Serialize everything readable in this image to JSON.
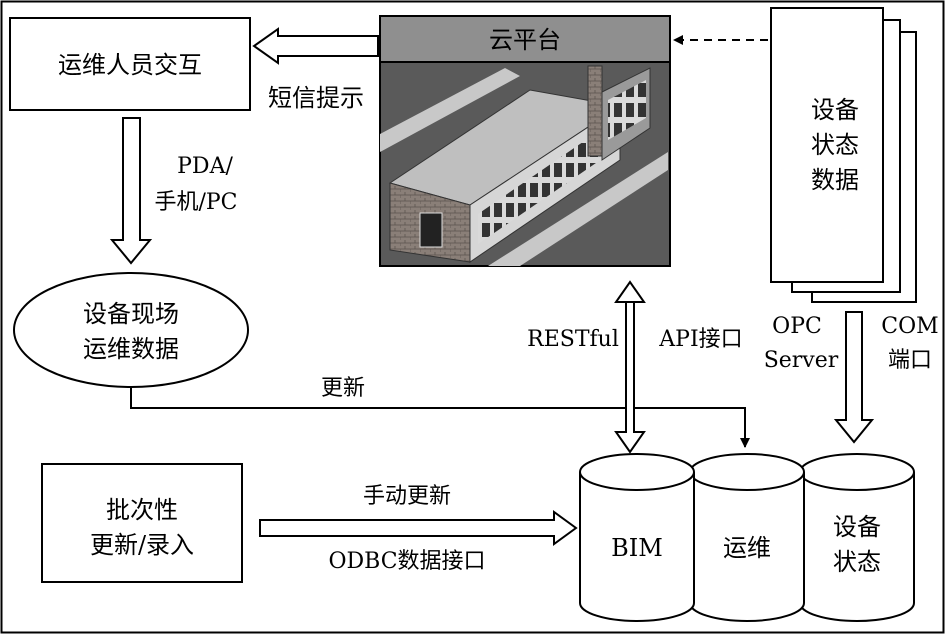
{
  "nodes": {
    "operator_interaction": "运维人员交互",
    "cloud_platform": "云平台",
    "device_status_data": [
      "设备",
      "状态",
      "数据"
    ],
    "field_maintenance_data": [
      "设备现场",
      "运维数据"
    ],
    "batch_update": [
      "批次性",
      "更新/录入"
    ]
  },
  "databases": {
    "bim": "BIM",
    "maintenance": "运维",
    "device_status": [
      "设备",
      "状态"
    ]
  },
  "edges": {
    "sms_alert": "短信提示",
    "pda_mobile_pc": [
      "PDA/",
      "手机/PC"
    ],
    "update": "更新",
    "restful": "RESTful",
    "api_interface": "API接口",
    "opc_server": [
      "OPC",
      "Server"
    ],
    "com_port": [
      "COM",
      "端口"
    ],
    "manual_update": "手动更新",
    "odbc_interface": "ODBC数据接口"
  },
  "colors": {
    "cloud_banner": "#8f8f8f",
    "scene_background": "#5a5a5a",
    "building_wall": "#d6d6d6",
    "brick": "#8a7f78",
    "line": "#000000"
  }
}
